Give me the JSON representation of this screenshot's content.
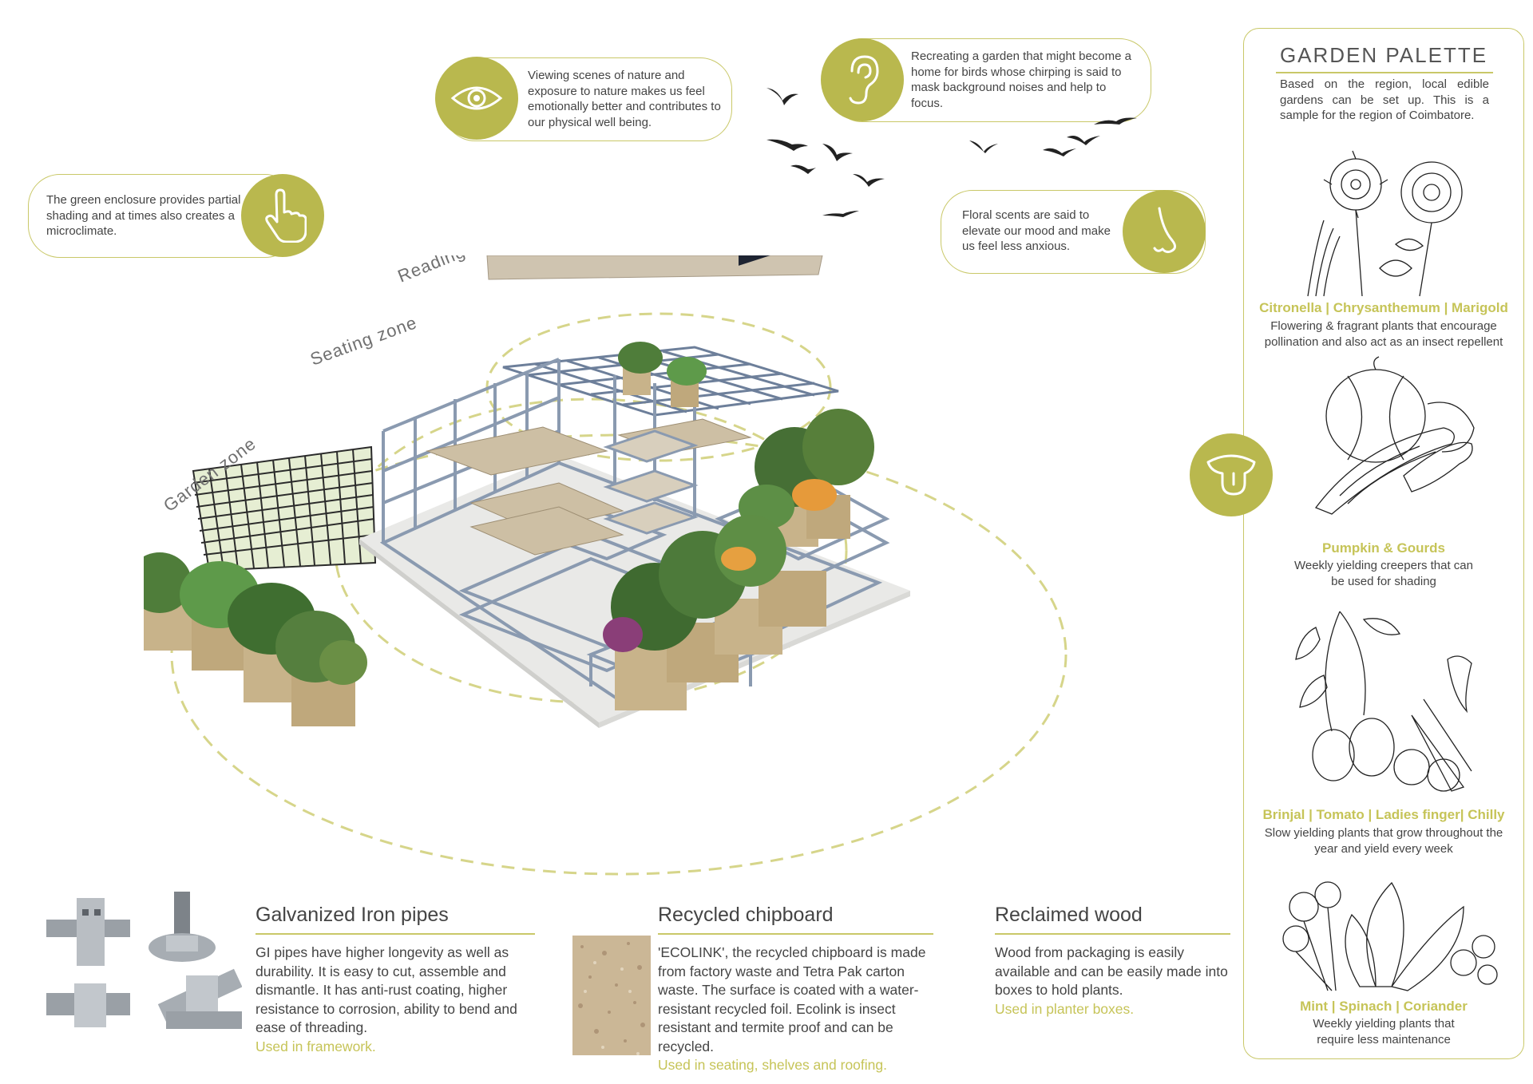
{
  "callouts": {
    "touch": "The green enclosure provides partial shading and at times also creates a microclimate.",
    "sight": "Viewing scenes of nature and exposure to nature makes us feel emotionally better and contributes to our physical well being.",
    "hearing": "Recreating a garden that might become a home for birds whose chirping is said to mask background noises and help to focus.",
    "smell": "Floral scents are said to elevate our mood and make us feel less anxious."
  },
  "zones": {
    "reading": "Reading zone",
    "seating": "Seating zone",
    "garden": "Garden zone"
  },
  "materials": [
    {
      "title": "Galvanized Iron pipes",
      "text": "GI pipes have higher longevity as well as durability. It is easy to cut, assemble and dismantle. It has anti-rust coating, higher resistance to corrosion, ability to bend and ease of threading.",
      "use": "Used in framework."
    },
    {
      "title": "Recycled chipboard",
      "text": "'ECOLINK', the recycled chipboard is made from factory waste and Tetra Pak carton waste. The surface is coated with a water-resistant recycled foil. Ecolink is insect resistant and termite proof and can be recycled.",
      "use": "Used in seating, shelves and roofing."
    },
    {
      "title": "Reclaimed wood",
      "text": "Wood from packaging is easily available and can be easily made into boxes to hold plants.",
      "use": "Used in planter boxes."
    }
  ],
  "palette": {
    "title": "GARDEN PALETTE",
    "intro": "Based on the region, local edible gardens can be set up. This is a sample for the region of Coimbatore.",
    "plants": [
      {
        "name": "Citronella | Chrysanthemum | Marigold",
        "desc": "Flowering & fragrant plants that encourage pollination and also act as an insect repellent"
      },
      {
        "name": "Pumpkin & Gourds",
        "desc": "Weekly yielding creepers that can be used for shading"
      },
      {
        "name": "Brinjal | Tomato | Ladies finger| Chilly",
        "desc": "Slow yielding plants that grow throughout the year and yield every week"
      },
      {
        "name": "Mint | Spinach | Coriander",
        "desc": "Weekly yielding plants that require less maintenance"
      }
    ]
  },
  "colors": {
    "accent": "#b9b84e",
    "accent_text": "#c6c458",
    "pipe": "#8a9ab0"
  },
  "icons": [
    "hand-touch-icon",
    "eye-icon",
    "ear-icon",
    "nose-icon",
    "tongue-icon",
    "bird-icon"
  ]
}
